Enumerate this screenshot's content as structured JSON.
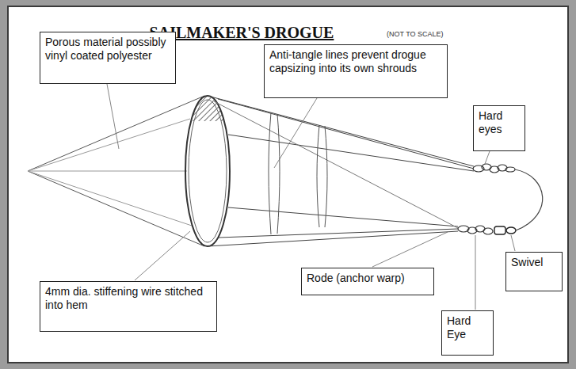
{
  "diagram": {
    "title": "SAILMAKER'S DROGUE",
    "nodes": [
      {
        "text": [
          "Porous material possibly vinyl coated polyester"
        ]
      },
      {
        "text": [
          "Anti-tangle lines prevent drogue capsizing into its own shrouds"
        ]
      },
      {
        "text": [
          "Hard eyes"
        ]
      },
      {
        "text": [
          "4mm dia. stiffening wire stitched into hem"
        ]
      },
      {
        "text": [
          "Rode (anchor warp)"
        ]
      },
      {
        "text": [
          "Swivel"
        ]
      },
      {
        "text": [
          "Hard Eye"
        ]
      }
    ],
    "labels": [
      "(NOT TO SCALE)"
    ]
  }
}
